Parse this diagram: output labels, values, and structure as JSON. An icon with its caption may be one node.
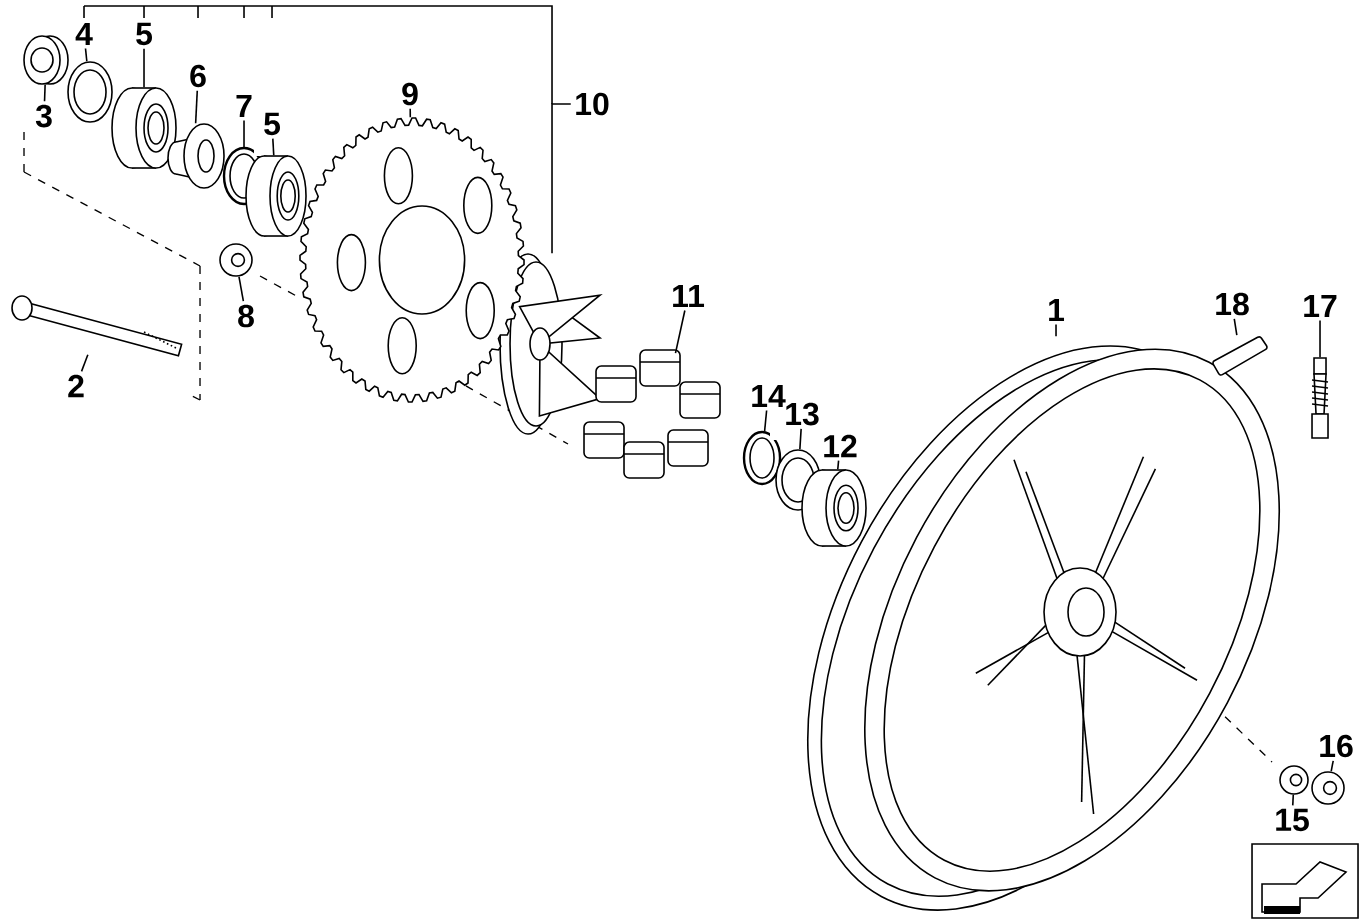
{
  "diagram": {
    "nodes": [
      {
        "text": [
          "4"
        ]
      },
      {
        "text": [],
        "shape": "picture"
      },
      {
        "text": [
          "5"
        ]
      },
      {
        "text": [],
        "shape": "picture"
      },
      {
        "text": [
          "6"
        ]
      },
      {
        "text": [],
        "shape": "picture"
      },
      {
        "text": [
          "7"
        ]
      },
      {
        "text": [],
        "shape": "picture"
      },
      {
        "text": [
          "5"
        ]
      },
      {
        "text": [],
        "shape": "picture"
      },
      {
        "text": [
          "10"
        ]
      },
      {
        "text": [],
        "shape": "picture"
      },
      {
        "text": [
          "3"
        ]
      },
      {
        "text": [],
        "shape": "picture"
      },
      {
        "text": [
          "9"
        ]
      },
      {
        "text": [],
        "shape": "picture"
      },
      {
        "text": [
          "2"
        ]
      },
      {
        "text": [],
        "shape": "picture"
      },
      {
        "text": [
          "8"
        ]
      },
      {
        "text": [],
        "shape": "picture"
      },
      {
        "text": [
          "11"
        ]
      },
      {
        "text": [],
        "shape": "picture"
      },
      {
        "text": [
          "14"
        ]
      },
      {
        "text": [],
        "shape": "picture"
      },
      {
        "text": [
          "13"
        ]
      },
      {
        "text": [],
        "shape": "picture"
      },
      {
        "text": [
          "12"
        ]
      },
      {
        "text": [],
        "shape": "picture"
      },
      {
        "text": [
          "1"
        ]
      },
      {
        "text": [],
        "shape": "picture"
      },
      {
        "text": [
          "18"
        ]
      },
      {
        "text": [],
        "shape": "picture"
      },
      {
        "text": [
          "17"
        ]
      },
      {
        "text": [],
        "shape": "picture"
      },
      {
        "text": [
          "16"
        ]
      },
      {
        "text": [],
        "shape": "picture"
      },
      {
        "text": [
          "15"
        ]
      },
      {
        "text": [],
        "shape": "picture"
      }
    ],
    "edges": [
      {
        "from": 0,
        "to": 1,
        "arrow": "none"
      },
      {
        "from": 2,
        "to": 3,
        "arrow": "none"
      },
      {
        "from": 4,
        "to": 5,
        "arrow": "none"
      },
      {
        "from": 6,
        "to": 7,
        "arrow": "none"
      },
      {
        "from": 8,
        "to": 9,
        "arrow": "none"
      },
      {
        "from": 10,
        "to": 11,
        "arrow": "none"
      },
      {
        "from": 12,
        "to": 13,
        "arrow": "none"
      },
      {
        "from": 14,
        "to": 15,
        "arrow": "none"
      },
      {
        "from": 16,
        "to": 17,
        "arrow": "none"
      },
      {
        "from": 18,
        "to": 19,
        "arrow": "none"
      },
      {
        "from": 20,
        "to": 21,
        "arrow": "none"
      },
      {
        "from": 22,
        "to": 23,
        "arrow": "none"
      },
      {
        "from": 24,
        "to": 25,
        "arrow": "none"
      },
      {
        "from": 26,
        "to": 27,
        "arrow": "none"
      },
      {
        "from": 28,
        "to": 29,
        "arrow": "none"
      },
      {
        "from": 30,
        "to": 31,
        "arrow": "none"
      },
      {
        "from": 32,
        "to": 33,
        "arrow": "none"
      },
      {
        "from": 34,
        "to": 35,
        "arrow": "none"
      },
      {
        "from": 36,
        "to": 37,
        "arrow": "none"
      }
    ]
  }
}
